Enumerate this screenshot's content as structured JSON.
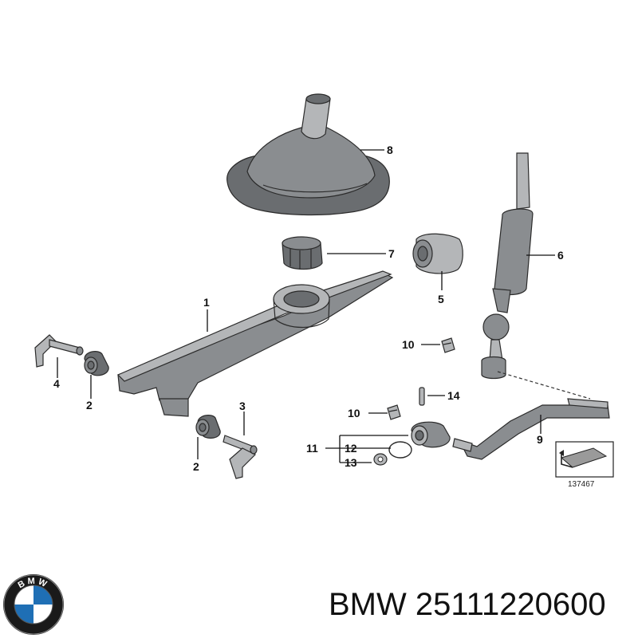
{
  "callouts": {
    "c1": "1",
    "c2a": "2",
    "c2b": "2",
    "c3": "3",
    "c4": "4",
    "c5": "5",
    "c6": "6",
    "c7": "7",
    "c8": "8",
    "c9": "9",
    "c10a": "10",
    "c10b": "10",
    "c11": "11",
    "c12": "12",
    "c13": "13",
    "c14": "14"
  },
  "reference_number": "137467",
  "footer": {
    "brand": "BMW",
    "part_number": "25111220600",
    "logo_letters": "BMW"
  },
  "colors": {
    "part_gray": "#8a8d90",
    "logo_blue": "#1f6fb5",
    "logo_ring": "#1a1a1a"
  }
}
